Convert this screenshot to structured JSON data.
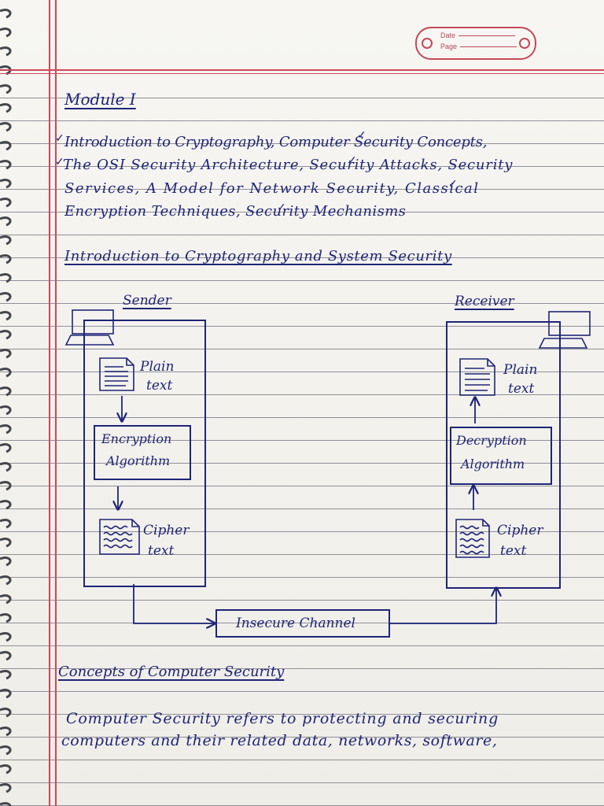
{
  "stamp": {
    "date_label": "Date",
    "page_label": "Page"
  },
  "heading": "Module I",
  "topics": [
    "Introduction to Cryptography, Computer Security Concepts,",
    "The OSI Security Architecture, Security Attacks, Security",
    "Services, A Model for Network Security, Classical",
    "Encryption Techniques, Security Mechanisms"
  ],
  "section1_title": "Introduction to Cryptography and System Security",
  "diagram": {
    "sender_label": "Sender",
    "receiver_label": "Receiver",
    "sender": {
      "plain_line1": "Plain",
      "plain_line2": "text",
      "algo_line1": "Encryption",
      "algo_line2": "Algorithm",
      "cipher_line1": "Cipher",
      "cipher_line2": "text"
    },
    "receiver": {
      "plain_line1": "Plain",
      "plain_line2": "text",
      "algo_line1": "Decryption",
      "algo_line2": "Algorithm",
      "cipher_line1": "Cipher",
      "cipher_line2": "text"
    },
    "channel_label": "Insecure Channel"
  },
  "section2_title": "Concepts of Computer Security",
  "paragraph": [
    "Computer Security refers to protecting and securing",
    "computers and their related data, networks, software,"
  ],
  "colors": {
    "ink": "#1f2577",
    "margin": "#d0465a",
    "rule": "#8f9098"
  }
}
